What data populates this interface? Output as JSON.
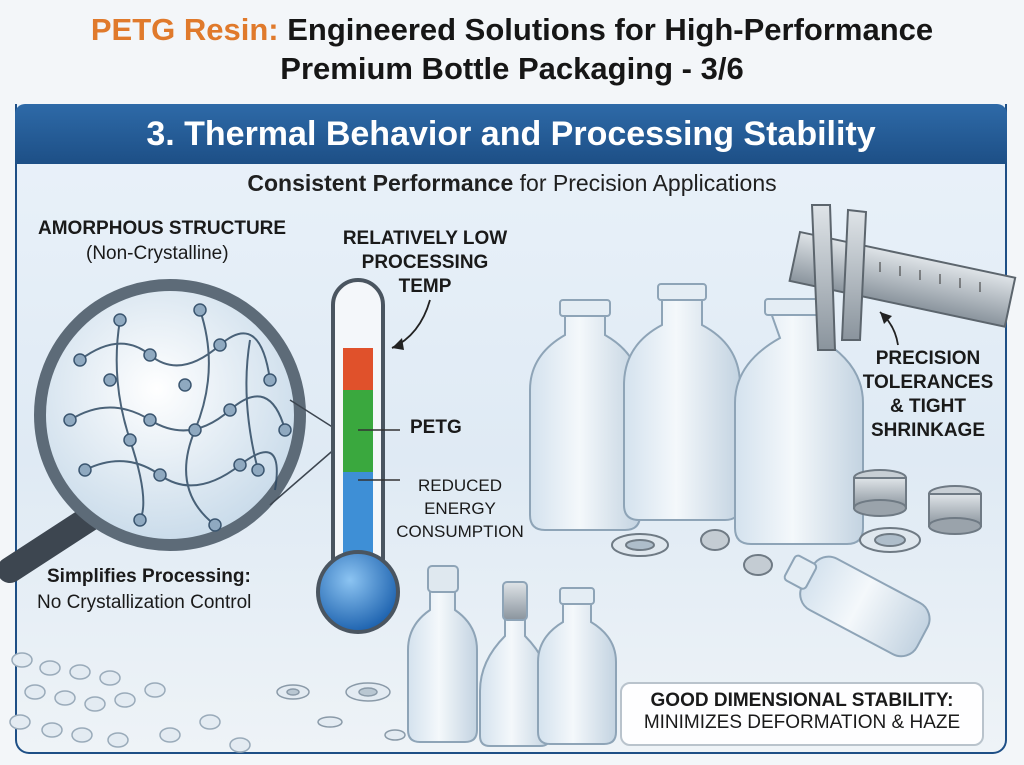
{
  "header": {
    "title_accent": "PETG Resin:",
    "title_rest_line1": "Engineered Solutions for High-Performance",
    "title_line2": "Premium Bottle Packaging - 3/6"
  },
  "section": {
    "heading": "3. Thermal Behavior and Processing Stability",
    "subtitle_bold": "Consistent Performance",
    "subtitle_rest": "for Precision Applications"
  },
  "amorphous": {
    "title": "AMORPHOUS STRUCTURE",
    "subtitle": "(Non-Crystalline)"
  },
  "processing": {
    "title": "Simplifies Processing:",
    "subtitle": "No Crystallization Control"
  },
  "thermometer": {
    "top_label": [
      "RELATIVELY LOW",
      "PROCESSING",
      "TEMP"
    ],
    "mid_label": "PETG",
    "low_label": [
      "REDUCED",
      "ENERGY",
      "CONSUMPTION"
    ],
    "colors": {
      "hot": "#e0512b",
      "mid": "#3aa83e",
      "cool": "#3e8fd6"
    }
  },
  "precision": {
    "label": [
      "PRECISION",
      "TOLERANCES",
      "& TIGHT",
      "SHRINKAGE"
    ]
  },
  "stability": {
    "title": "GOOD DIMENSIONAL STABILITY:",
    "subtitle": "MINIMIZES DEFORMATION & HAZE"
  },
  "colors": {
    "accent": "#e07a2c",
    "brand": "#1e4f86"
  }
}
